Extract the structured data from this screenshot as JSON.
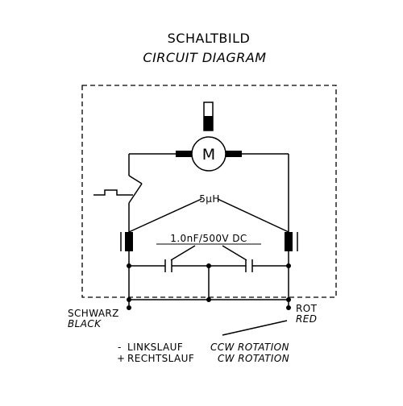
{
  "title_de": "SCHALTBILD",
  "title_en": "CIRCUIT DIAGRAM",
  "motor_label": "M",
  "inductor_label": "5µH",
  "capacitor_label": "1.0nF/500V DC",
  "terminal_left": {
    "de": "SCHWARZ",
    "en": "BLACK"
  },
  "terminal_right": {
    "de": "ROT",
    "en": "RED"
  },
  "rotation": {
    "minus": {
      "sign": "-",
      "de": "LINKSLAUF",
      "en": "CCW ROTATION"
    },
    "plus": {
      "sign": "+",
      "de": "RECHTSLAUF",
      "en": "CW ROTATION"
    }
  }
}
